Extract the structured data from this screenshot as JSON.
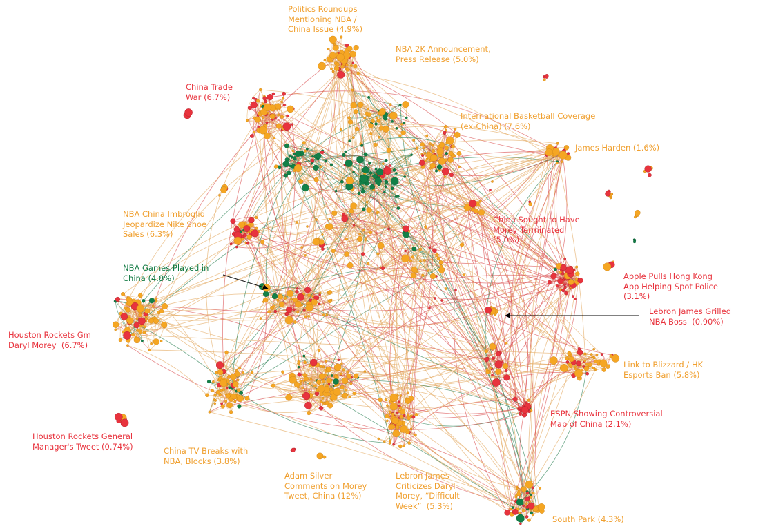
{
  "colors": {
    "red": "#e8333d",
    "orange": "#f5a623",
    "green": "#128048",
    "edge_orange": "#e3a75b",
    "edge_red": "#d9494b",
    "edge_green": "#1f7a4b",
    "arrow": "#000000"
  },
  "labels": {
    "politics": "Politics Roundups\nMentioning NBA /\nChina Issue (4.9%)",
    "nba2k": "NBA 2K Announcement,\nPress Release (5.0%)",
    "trade_war": "China Trade\nWar (6.7%)",
    "intl": "International Basketball Coverage\n(ex-China) (7.6%)",
    "harden": "James Harden (1.6%)",
    "nike": "NBA China Imbroglio\nJeopardize Nike Shoe\nSales (6.3%)",
    "morey_terminated": "China Sought to Have\nMorey Terminated\n(5.0%)",
    "games_china": "NBA Games Played in\nChina (4.8%)",
    "apple": "Apple Pulls Hong Kong\nApp Helping Spot Police\n(3.1%)",
    "lebron_grilled": "Lebron James Grilled\nNBA Boss  (0.90%)",
    "rockets_gm": "Houston Rockets Gm\nDaryl Morey  (6.7%)",
    "blizzard": "Link to Blizzard / HK\nEsports Ban (5.8%)",
    "espn": "ESPN Showing Controversial\nMap of China (2.1%)",
    "rockets_tweet": "Houston Rockets General\nManager's Tweet (0.74%)",
    "china_tv": "China TV Breaks with\nNBA, Blocks (3.8%)",
    "silver": "Adam Silver\nComments on Morey\nTweet, China (12%)",
    "lebron_criticizes": "Lebron James\nCriticizes Daryl\nMorey, “Difficult\nWeek”  (5.3%)",
    "south_park": "South Park (4.3%)"
  }
}
